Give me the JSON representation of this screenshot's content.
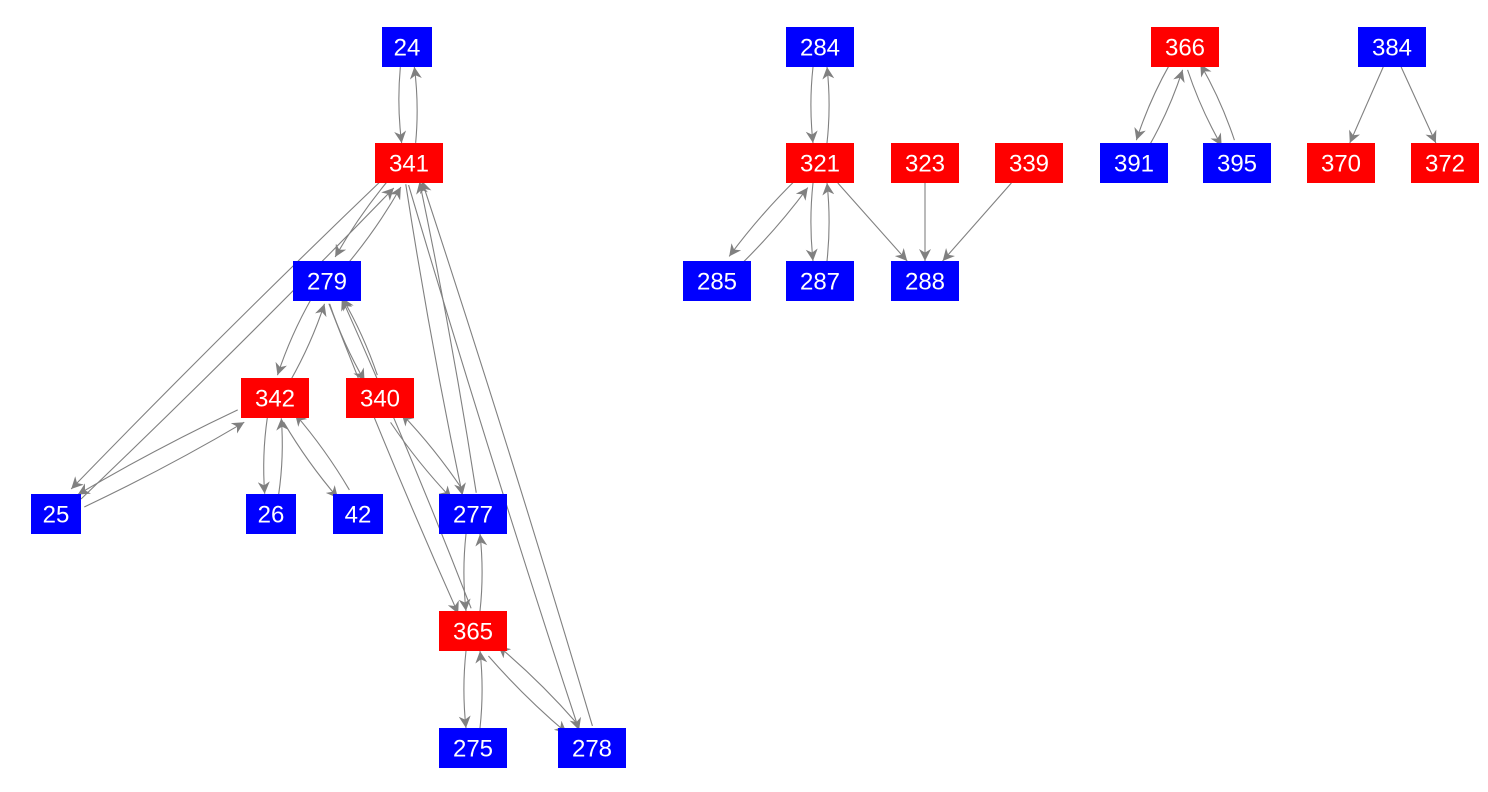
{
  "colors": {
    "red": "#ff0000",
    "blue": "#0000ff",
    "edge": "#808080"
  },
  "nodes": [
    {
      "id": "24",
      "color": "blue"
    },
    {
      "id": "341",
      "color": "red"
    },
    {
      "id": "279",
      "color": "blue"
    },
    {
      "id": "342",
      "color": "red"
    },
    {
      "id": "340",
      "color": "red"
    },
    {
      "id": "25",
      "color": "blue"
    },
    {
      "id": "26",
      "color": "blue"
    },
    {
      "id": "42",
      "color": "blue"
    },
    {
      "id": "277",
      "color": "blue"
    },
    {
      "id": "365",
      "color": "red"
    },
    {
      "id": "275",
      "color": "blue"
    },
    {
      "id": "278",
      "color": "blue"
    },
    {
      "id": "284",
      "color": "blue"
    },
    {
      "id": "321",
      "color": "red"
    },
    {
      "id": "323",
      "color": "red"
    },
    {
      "id": "339",
      "color": "red"
    },
    {
      "id": "285",
      "color": "blue"
    },
    {
      "id": "287",
      "color": "blue"
    },
    {
      "id": "288",
      "color": "blue"
    },
    {
      "id": "366",
      "color": "red"
    },
    {
      "id": "391",
      "color": "blue"
    },
    {
      "id": "395",
      "color": "blue"
    },
    {
      "id": "384",
      "color": "blue"
    },
    {
      "id": "370",
      "color": "red"
    },
    {
      "id": "372",
      "color": "red"
    }
  ],
  "edges": [
    [
      "24",
      "341"
    ],
    [
      "341",
      "24"
    ],
    [
      "341",
      "279"
    ],
    [
      "279",
      "341"
    ],
    [
      "341",
      "25"
    ],
    [
      "25",
      "341"
    ],
    [
      "342",
      "25"
    ],
    [
      "25",
      "342"
    ],
    [
      "279",
      "365"
    ],
    [
      "365",
      "279"
    ],
    [
      "279",
      "342"
    ],
    [
      "342",
      "279"
    ],
    [
      "279",
      "340"
    ],
    [
      "340",
      "279"
    ],
    [
      "342",
      "26"
    ],
    [
      "26",
      "342"
    ],
    [
      "342",
      "42"
    ],
    [
      "42",
      "342"
    ],
    [
      "340",
      "277"
    ],
    [
      "277",
      "340"
    ],
    [
      "341",
      "277"
    ],
    [
      "277",
      "341"
    ],
    [
      "341",
      "278"
    ],
    [
      "278",
      "341"
    ],
    [
      "277",
      "365"
    ],
    [
      "365",
      "277"
    ],
    [
      "365",
      "275"
    ],
    [
      "275",
      "365"
    ],
    [
      "365",
      "278"
    ],
    [
      "278",
      "365"
    ],
    [
      "284",
      "321"
    ],
    [
      "321",
      "284"
    ],
    [
      "321",
      "285"
    ],
    [
      "285",
      "321"
    ],
    [
      "321",
      "287"
    ],
    [
      "287",
      "321"
    ],
    [
      "321",
      "288"
    ],
    [
      "323",
      "288"
    ],
    [
      "339",
      "288"
    ],
    [
      "366",
      "391"
    ],
    [
      "391",
      "366"
    ],
    [
      "366",
      "395"
    ],
    [
      "395",
      "366"
    ],
    [
      "384",
      "370"
    ],
    [
      "384",
      "372"
    ]
  ]
}
